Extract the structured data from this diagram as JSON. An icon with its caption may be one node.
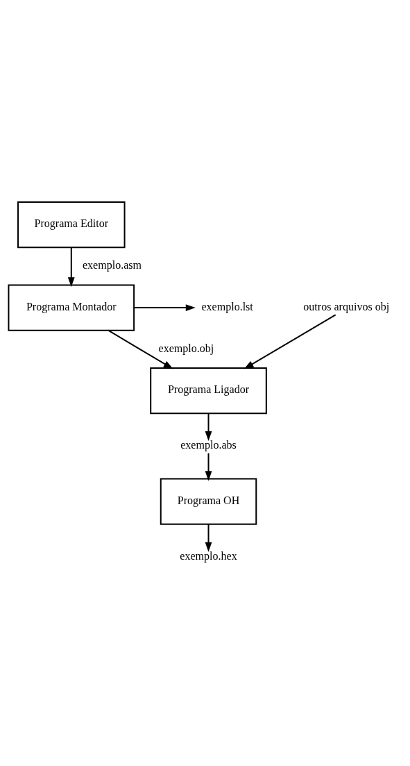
{
  "diagram": {
    "nodes": [
      {
        "text": [
          "Programa Editor"
        ]
      },
      {
        "text": [
          "Programa Montador"
        ]
      },
      {
        "text": [
          "exemplo.lst"
        ]
      },
      {
        "text": [
          "outros arquivos obj"
        ]
      },
      {
        "text": [
          "Programa Ligador"
        ]
      },
      {
        "text": [
          "exemplo.abs"
        ]
      },
      {
        "text": [
          "Programa OH"
        ]
      },
      {
        "text": [
          "exemplo.hex"
        ]
      }
    ],
    "edges": [
      {
        "from": 0,
        "to": 1,
        "arrow": "to",
        "label": "exemplo.asm"
      },
      {
        "from": 1,
        "to": 2,
        "arrow": "to"
      },
      {
        "from": 1,
        "to": 4,
        "arrow": "to",
        "label": "exemplo.obj"
      },
      {
        "from": 3,
        "to": 4,
        "arrow": "to"
      },
      {
        "from": 4,
        "to": 5,
        "arrow": "to"
      },
      {
        "from": 5,
        "to": 6,
        "arrow": "to"
      },
      {
        "from": 6,
        "to": 7,
        "arrow": "to"
      }
    ]
  }
}
